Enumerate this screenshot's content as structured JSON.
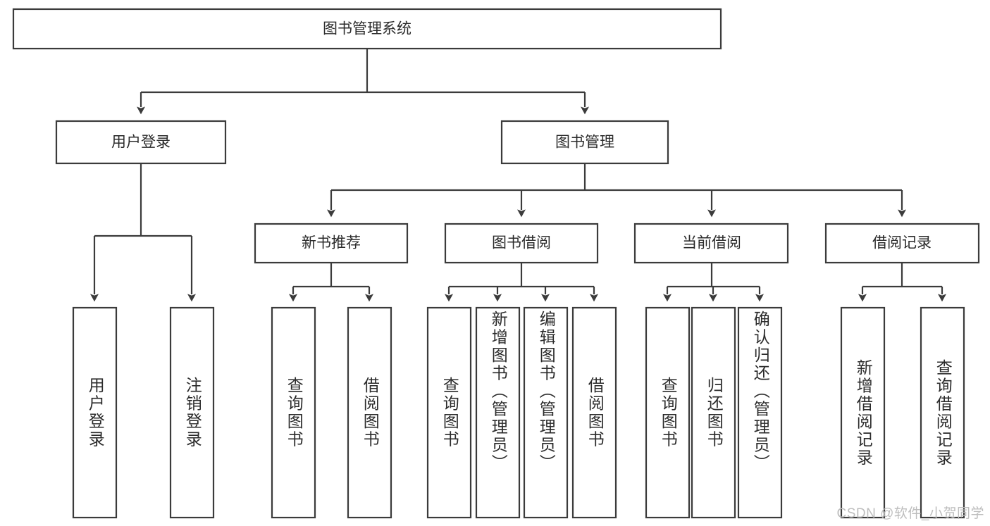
{
  "diagram": {
    "type": "hierarchy-tree",
    "title": "图书管理系统",
    "watermark": "CSDN @软件_小贺同学",
    "colors": {
      "stroke": "#3b3b3b",
      "fill": "#ffffff",
      "text": "#2b2b2b",
      "watermark": "#bdbdbd",
      "background": "#ffffff"
    },
    "root": {
      "label": "图书管理系统"
    },
    "level2": [
      {
        "label": "用户登录"
      },
      {
        "label": "图书管理"
      }
    ],
    "level3": [
      {
        "label": "新书推荐"
      },
      {
        "label": "图书借阅"
      },
      {
        "label": "当前借阅"
      },
      {
        "label": "借阅记录"
      }
    ],
    "leaves": {
      "user_login": [
        {
          "label": "用户登录"
        },
        {
          "label": "注销登录"
        }
      ],
      "new_book_recommend": [
        {
          "label": "查询图书"
        },
        {
          "label": "借阅图书"
        }
      ],
      "book_borrow": [
        {
          "label": "查询图书"
        },
        {
          "label": "新增图书（管理员）"
        },
        {
          "label": "编辑图书（管理员）"
        },
        {
          "label": "借阅图书"
        }
      ],
      "current_borrow": [
        {
          "label": "查询图书"
        },
        {
          "label": "归还图书"
        },
        {
          "label": "确认归还（管理员）"
        }
      ],
      "borrow_record": [
        {
          "label": "新增借阅记录"
        },
        {
          "label": "查询借阅记录"
        }
      ]
    }
  }
}
